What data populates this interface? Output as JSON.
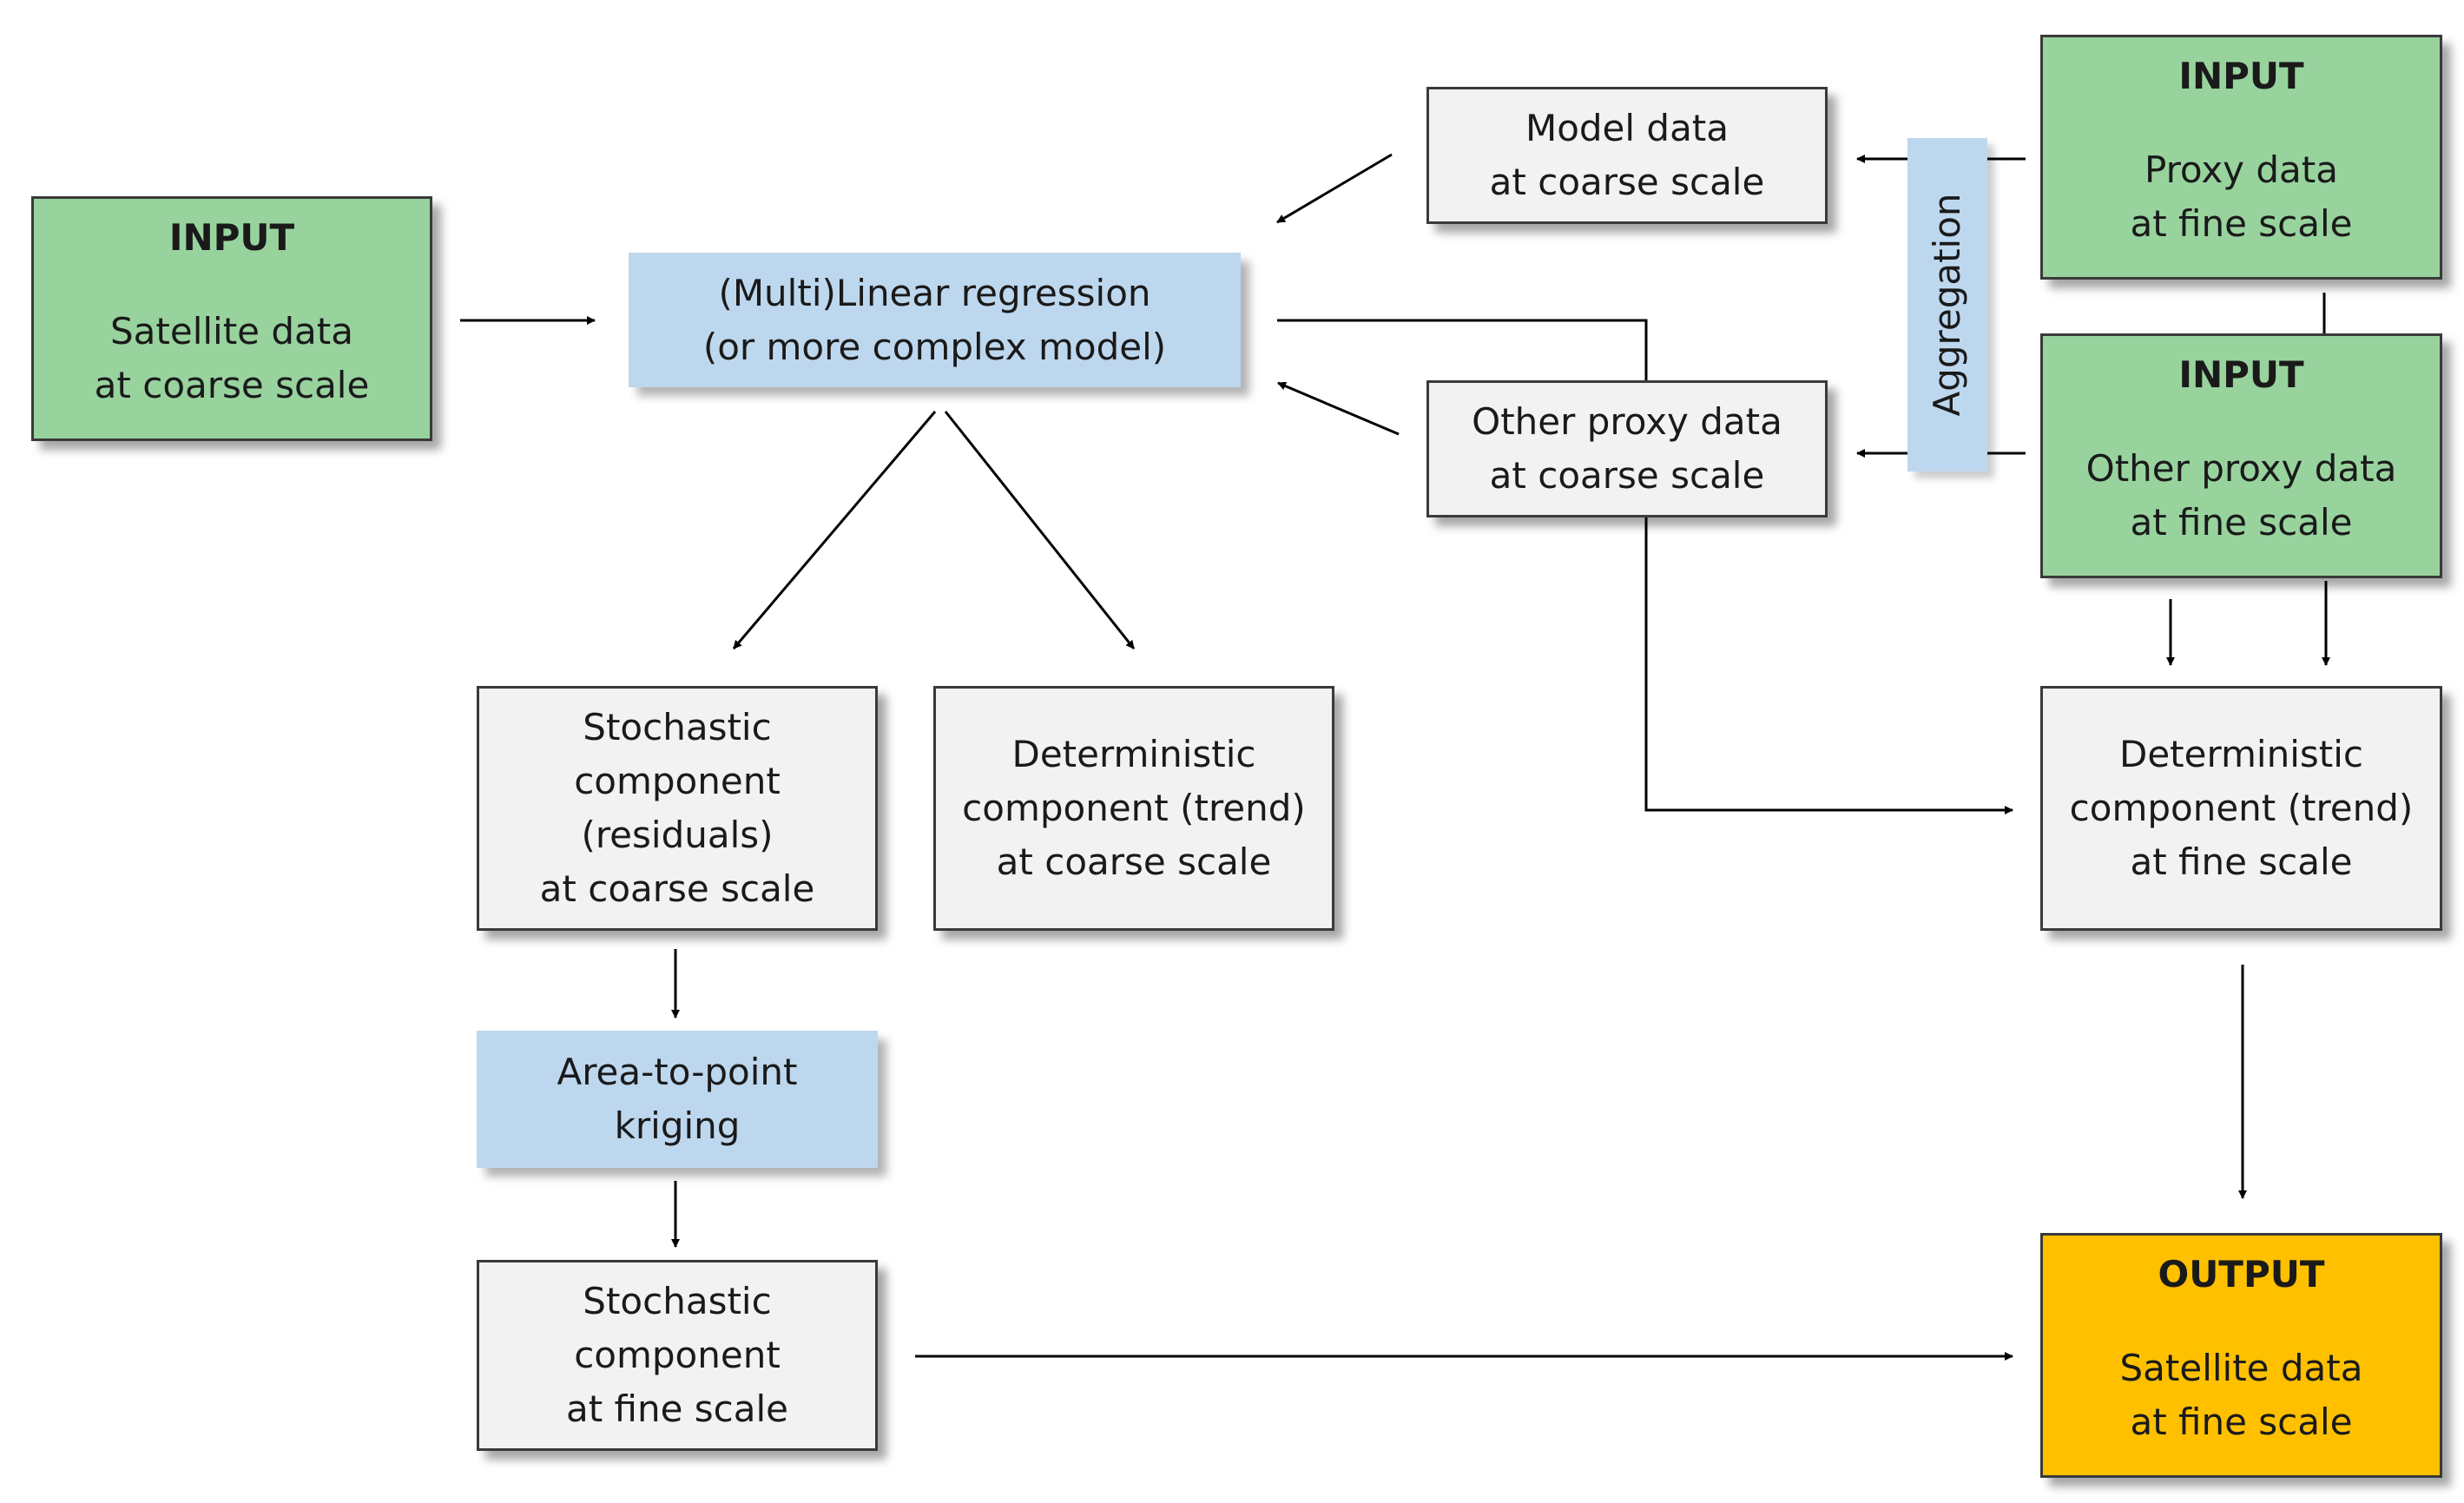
{
  "boxes": {
    "input_satellite_coarse": {
      "title": "INPUT",
      "body": "Satellite data\nat coarse scale"
    },
    "regression": {
      "body": "(Multi)Linear regression\n(or more  complex model)"
    },
    "model_data_coarse": {
      "body": "Model data\nat coarse scale"
    },
    "other_proxy_coarse": {
      "body": "Other proxy data\nat coarse scale"
    },
    "input_proxy_fine": {
      "title": "INPUT",
      "body": "Proxy data\nat fine scale"
    },
    "input_other_proxy_fine": {
      "title": "INPUT",
      "body": "Other proxy data\nat fine scale"
    },
    "aggregation": {
      "body": "Aggregation"
    },
    "stochastic_coarse": {
      "body": "Stochastic\ncomponent\n(residuals)\nat coarse scale"
    },
    "deterministic_coarse": {
      "body": "Deterministic\ncomponent  (trend)\nat coarse scale"
    },
    "deterministic_fine": {
      "body": "Deterministic\ncomponent  (trend)\nat fine scale"
    },
    "kriging": {
      "body": "Area-to-point\nkriging"
    },
    "stochastic_fine": {
      "body": "Stochastic\ncomponent\nat fine scale"
    },
    "output_satellite_fine": {
      "title": "OUTPUT",
      "body": "Satellite data\nat fine scale"
    }
  },
  "colors": {
    "input": "#98d39e",
    "process": "#bdd7ee",
    "intermediate": "#f2f2f2",
    "output": "#ffc000",
    "line": "#000000"
  }
}
